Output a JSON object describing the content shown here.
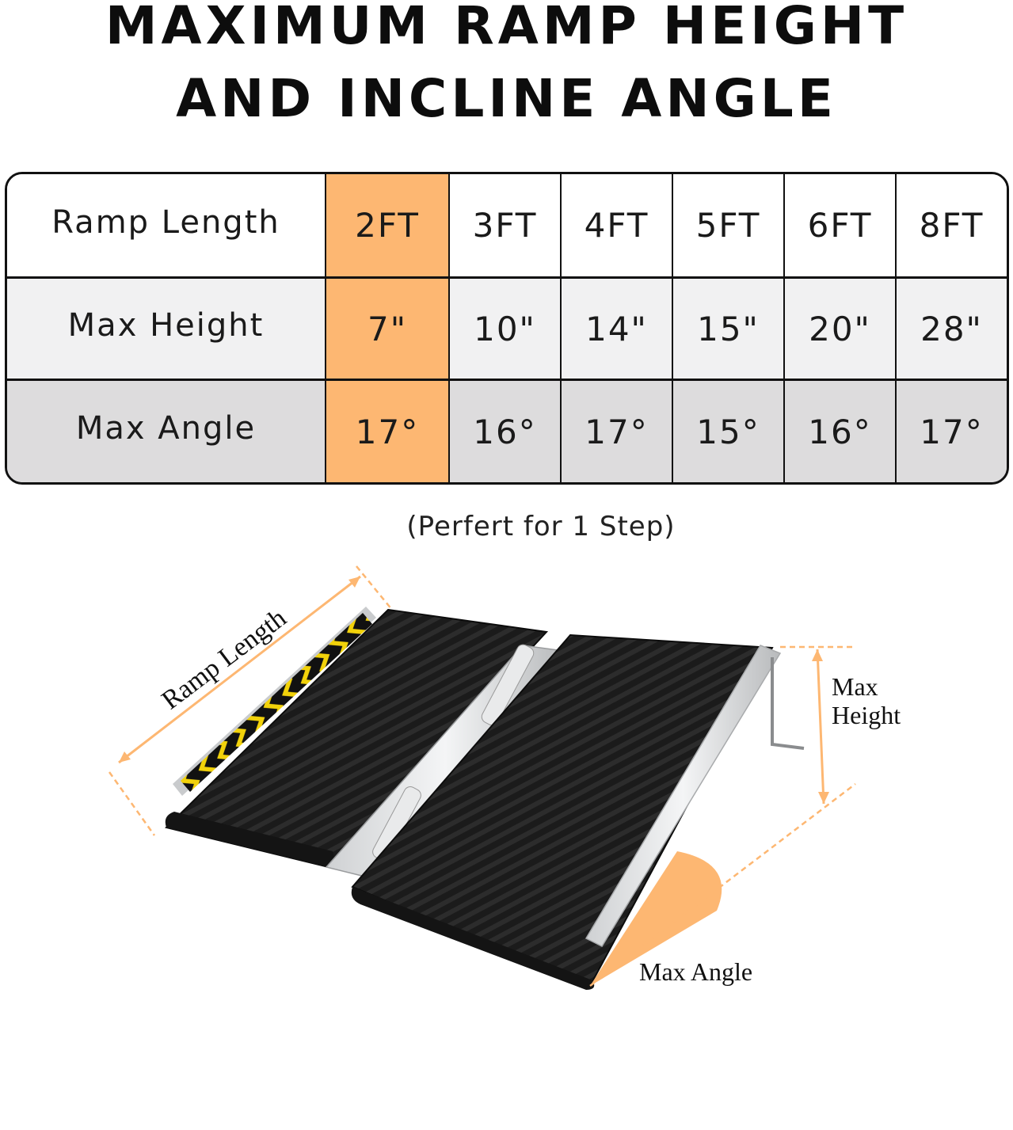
{
  "title": {
    "line1": "MAXIMUM RAMP HEIGHT",
    "line2": "AND INCLINE ANGLE"
  },
  "table": {
    "highlight_color": "#fdb772",
    "rows": [
      {
        "label": "Ramp Length",
        "values": [
          "2FT",
          "3FT",
          "4FT",
          "5FT",
          "6FT",
          "8FT"
        ]
      },
      {
        "label": "Max Height",
        "values": [
          "7\"",
          "10\"",
          "14\"",
          "15\"",
          "20\"",
          "28\""
        ]
      },
      {
        "label": "Max Angle",
        "values": [
          "17°",
          "16°",
          "17°",
          "15°",
          "16°",
          "17°"
        ]
      }
    ]
  },
  "subtitle": "(Perfert for 1 Step)",
  "illustration": {
    "label_ramp_length": "Ramp Length",
    "label_max_height_1": "Max",
    "label_max_height_2": "Height",
    "label_max_angle": "Max Angle",
    "accent_color": "#fdb772",
    "ramp_surface_color": "#1a1a1a",
    "reflector_colors": [
      "#f2d20a",
      "#111111"
    ]
  }
}
